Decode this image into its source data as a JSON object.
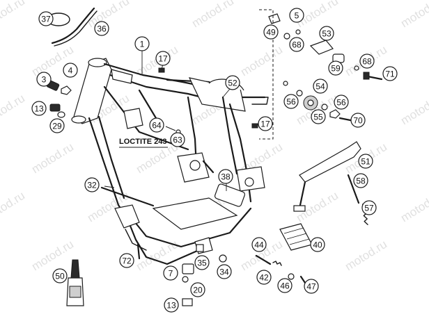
{
  "watermark": "motod.ru",
  "note": "LOCTITE 243",
  "callouts": [
    "37",
    "36",
    "1",
    "5",
    "49",
    "53",
    "68",
    "3",
    "4",
    "17",
    "13",
    "29",
    "68",
    "59",
    "71",
    "52",
    "56",
    "54",
    "56",
    "55",
    "70",
    "64",
    "63",
    "17",
    "51",
    "32",
    "38",
    "58",
    "57",
    "44",
    "40",
    "72",
    "7",
    "35",
    "34",
    "42",
    "46",
    "47",
    "50",
    "20",
    "13"
  ]
}
